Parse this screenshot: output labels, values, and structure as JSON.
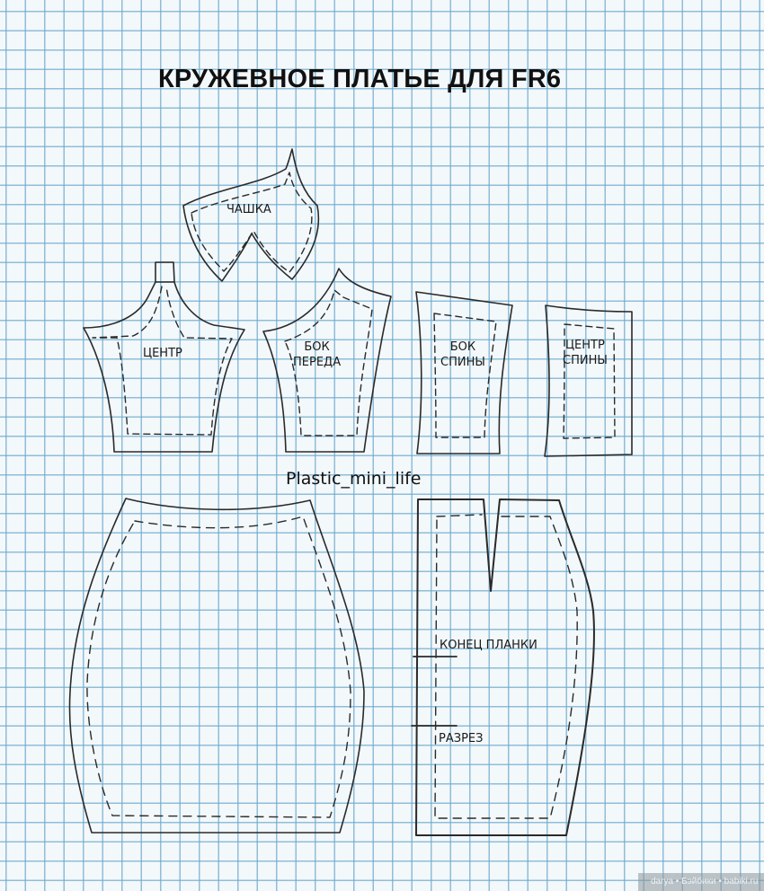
{
  "title": "КРУЖЕВНОЕ ПЛАТЬЕ ДЛЯ FR6",
  "author": "Plastic_mini_life",
  "watermark": "darya • Бэйбики • babiki.ru",
  "colors": {
    "paper": "#f3f8fb",
    "grid": "#6eaacd",
    "ink": "#222222"
  },
  "pieces": [
    {
      "id": "cup",
      "label_lines": [
        "ЧАШКА"
      ]
    },
    {
      "id": "front-center",
      "label_lines": [
        "ЦЕНТР"
      ]
    },
    {
      "id": "front-side",
      "label_lines": [
        "БОК",
        "ПЕРЕДА"
      ]
    },
    {
      "id": "back-side",
      "label_lines": [
        "БОК",
        "СПИНЫ"
      ]
    },
    {
      "id": "back-center",
      "label_lines": [
        "ЦЕНТР",
        "СПИНЫ"
      ]
    },
    {
      "id": "skirt-front",
      "label_lines": []
    },
    {
      "id": "skirt-back",
      "label_lines": []
    }
  ],
  "skirt_back_marks": {
    "placket_end": "КОНЕЦ ПЛАНКИ",
    "slit": "РАЗРЕЗ"
  }
}
